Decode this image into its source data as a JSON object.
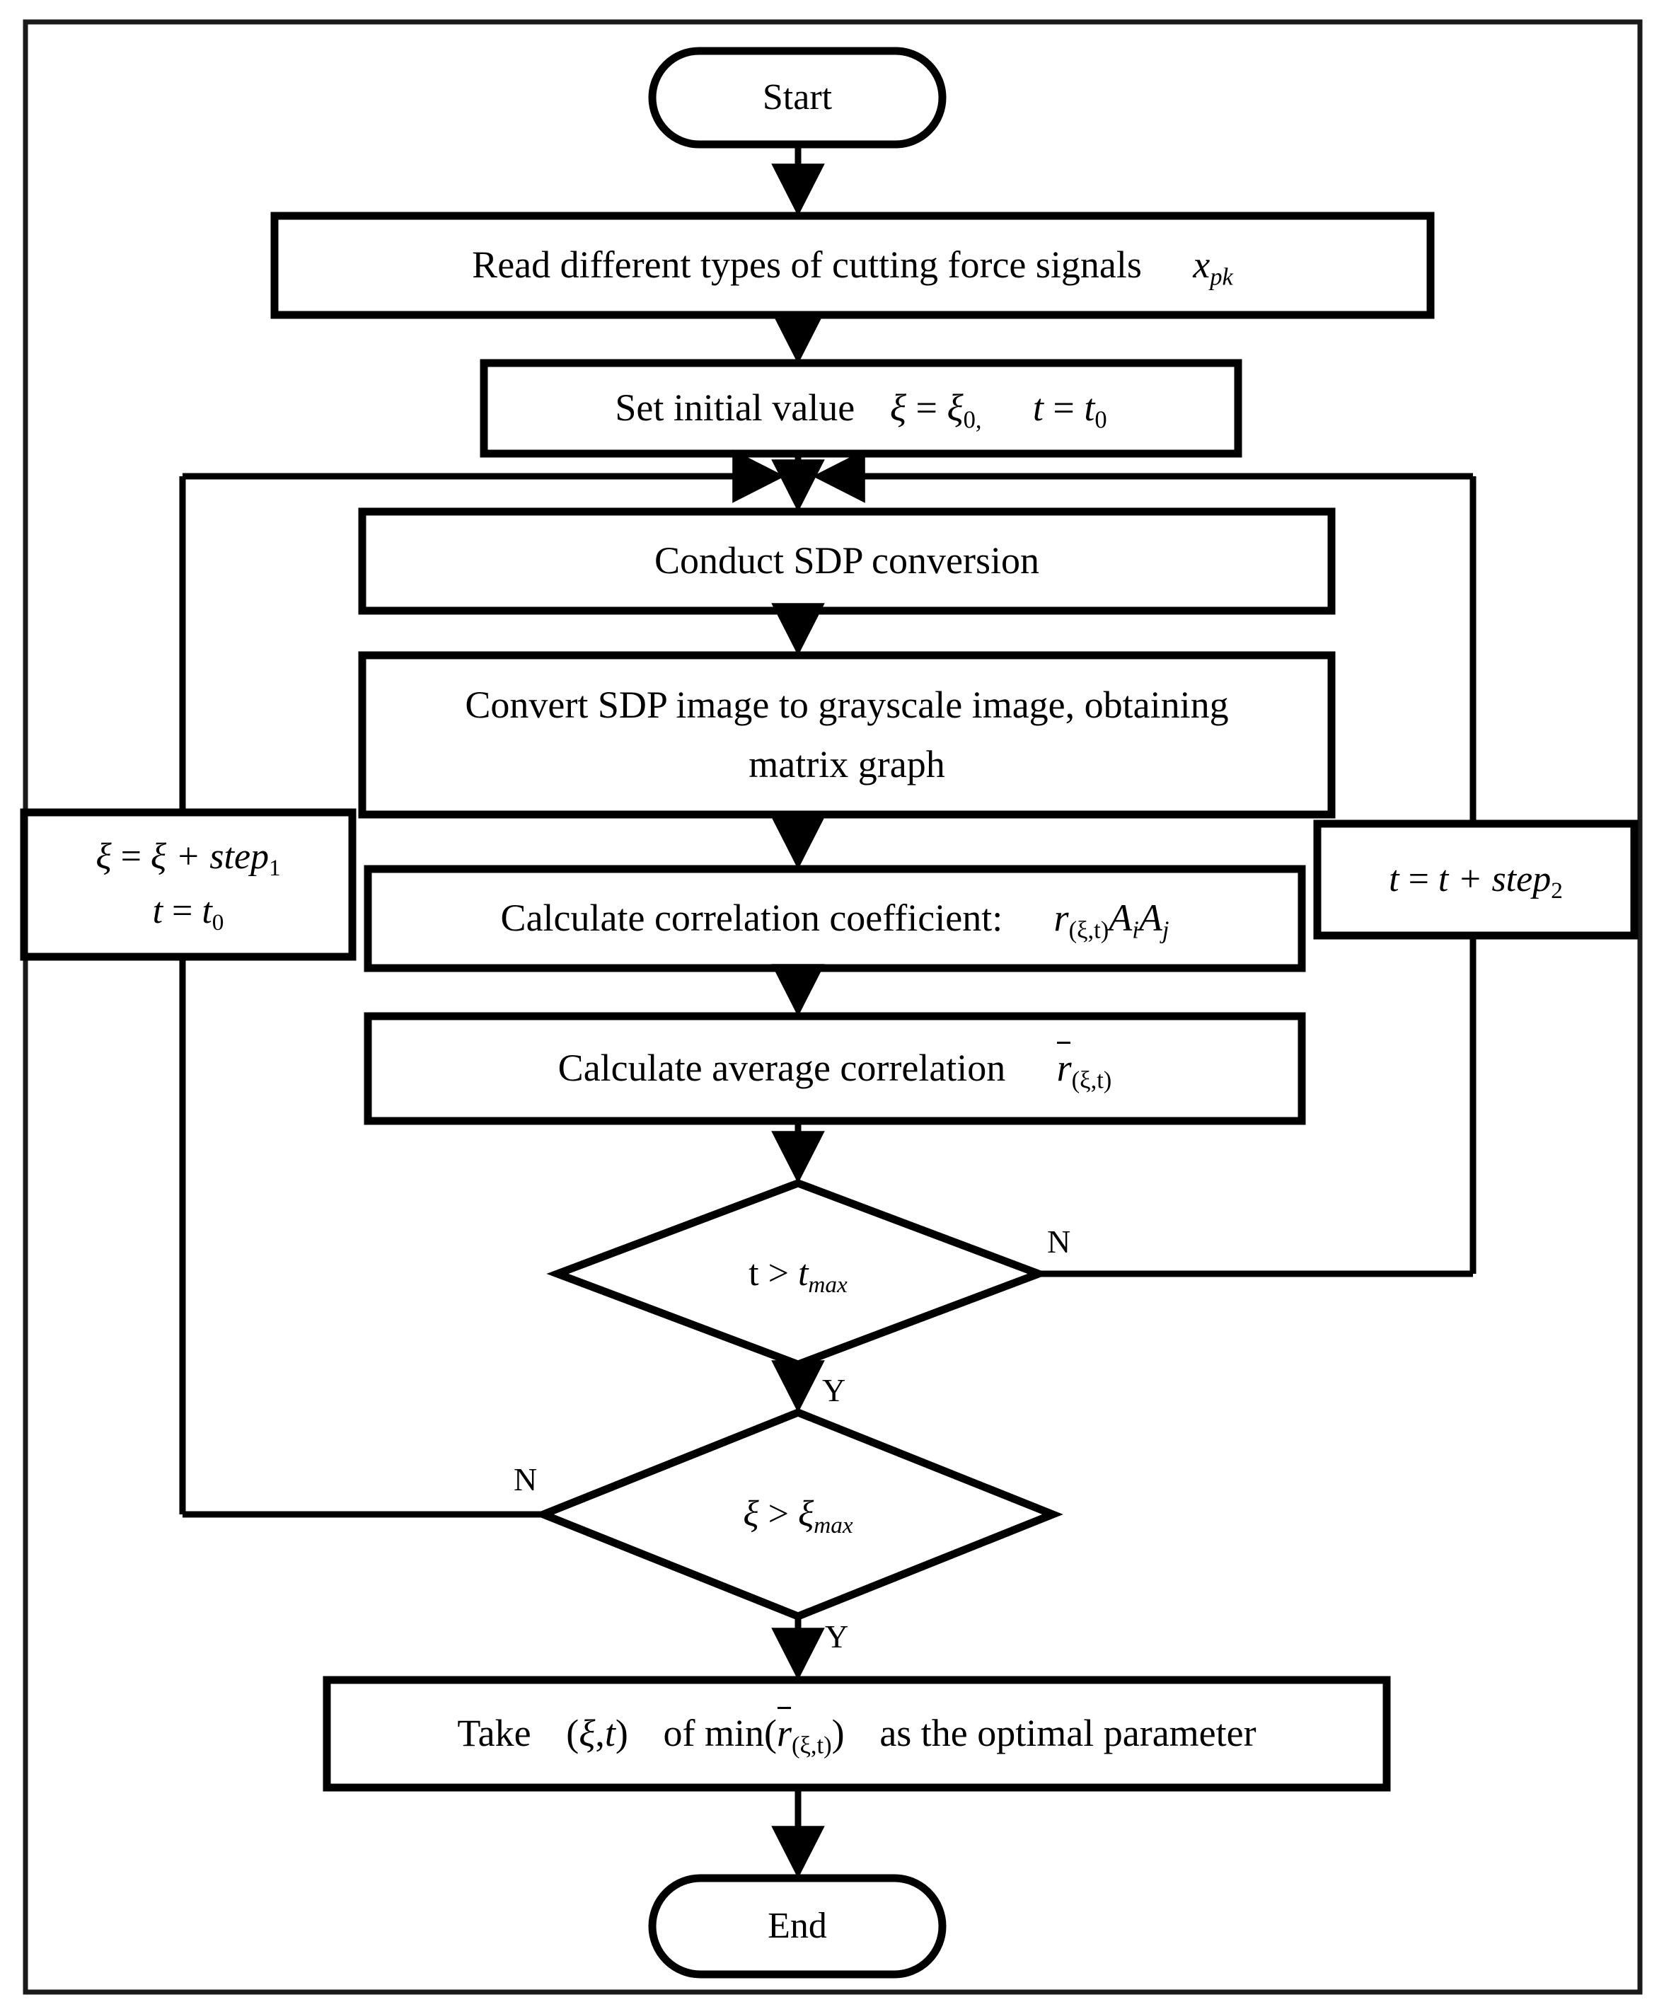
{
  "diagram": {
    "title": "SDP parameter optimization flowchart",
    "type": "flowchart",
    "stroke_color": "#000000",
    "background_color": "#ffffff",
    "frame_color": "#1a1a1a"
  },
  "nodes": {
    "start": {
      "shape": "terminator",
      "label": "Start"
    },
    "read_signals": {
      "shape": "process",
      "label_plain": "Read different types of cutting force signals  x_pk",
      "text_prefix": "Read different types of cutting force signals",
      "var": "x",
      "var_sub": "pk"
    },
    "set_initial": {
      "shape": "process",
      "label_plain": "Set initial value  ξ = ξ0,  t = t0",
      "text_prefix": "Set initial value",
      "expr1_var": "ξ",
      "expr1_eq": "=",
      "expr1_rhs": "ξ",
      "expr1_sub": "0,",
      "expr2_var": "t",
      "expr2_eq": "=",
      "expr2_rhs": "t",
      "expr2_sub": "0"
    },
    "sdp_conversion": {
      "shape": "process",
      "label": "Conduct SDP conversion"
    },
    "grayscale": {
      "shape": "process",
      "line1": "Convert SDP image to grayscale image, obtaining",
      "line2": "matrix graph"
    },
    "corr_coeff": {
      "shape": "process",
      "text_prefix": "Calculate correlation coefficient:",
      "label_plain": "Calculate correlation coefficient:  r_(ξ,t)A_iA_j",
      "r": "r",
      "r_sub": "(ξ,t)",
      "a1": "A",
      "a1_sub": "i",
      "a2": "A",
      "a2_sub": "j"
    },
    "avg_corr": {
      "shape": "process",
      "text_prefix": "Calculate average correlation",
      "label_plain": "Calculate average correlation  r̄_(ξ,t)",
      "r": "r",
      "r_sub": "(ξ,t)"
    },
    "step_xi": {
      "shape": "process",
      "label_plain": "ξ = ξ + step₁ ; t = t₀",
      "line1_lhs": "ξ",
      "line1_eq": "=",
      "line1_rhs": "ξ + step",
      "line1_sub": "1",
      "line2_lhs": "t",
      "line2_eq": "=",
      "line2_rhs": "t",
      "line2_sub": "0"
    },
    "step_t": {
      "shape": "process",
      "label_plain": "t = t + step₂",
      "lhs": "t",
      "eq": "=",
      "rhs": "t + step",
      "sub": "2"
    },
    "decision_t": {
      "shape": "decision",
      "label_plain": "t > t_max",
      "lhs": "t",
      "op": ">",
      "rhs": "t",
      "rhs_sub": "max"
    },
    "decision_xi": {
      "shape": "decision",
      "label_plain": "ξ > ξ_max",
      "lhs": "ξ",
      "op": ">",
      "rhs": "ξ",
      "rhs_sub": "max"
    },
    "take_optimal": {
      "shape": "process",
      "label_plain": "Take  (ξ, t)  of min(r̄_(ξ,t))  as the optimal parameter",
      "part1": "Take",
      "pair_open": "(",
      "pair_xi": "ξ",
      "pair_comma": ",",
      "pair_t": "t",
      "pair_close": ")",
      "part2": "of min(",
      "r": "r",
      "r_sub": "(ξ,t)",
      "part3": ")",
      "part4": "as the optimal parameter"
    },
    "end": {
      "shape": "terminator",
      "label": "End"
    }
  },
  "edge_labels": {
    "decision_t_no": "N",
    "decision_t_yes": "Y",
    "decision_xi_no": "N",
    "decision_xi_yes": "Y"
  },
  "flow_sequence": [
    "Start",
    "Read different types of cutting force signals x_pk",
    "Set initial value ξ = ξ0, t = t0",
    "Conduct SDP conversion",
    "Convert SDP image to grayscale image, obtaining matrix graph",
    "Calculate correlation coefficient: r_(ξ,t)A_iA_j",
    "Calculate average correlation r̄_(ξ,t)",
    "t > t_max ?",
    "ξ > ξ_max ?",
    "Take (ξ,t) of min(r̄_(ξ,t)) as the optimal parameter",
    "End"
  ]
}
